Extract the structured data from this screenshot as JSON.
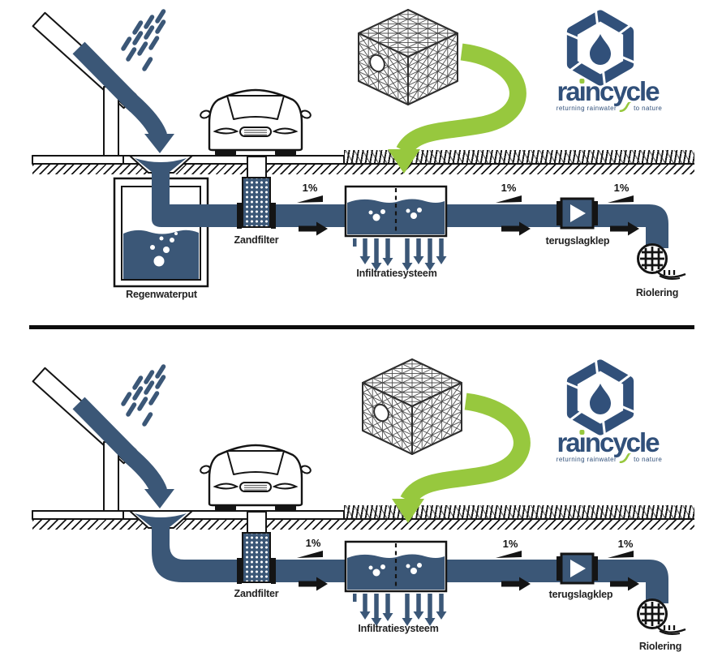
{
  "brand": {
    "name": "raincycle",
    "tagline_left": "returning rainwater",
    "tagline_right": "to nature"
  },
  "diagram": {
    "slope_label": "1%"
  },
  "panels": [
    {
      "labels": {
        "rainwater_pit": "Regenwaterput",
        "sand_filter": "Zandfilter",
        "infiltration_system": "Infiltratiesysteem",
        "check_valve": "terugslagklep",
        "sewer": "Riolering"
      }
    },
    {
      "labels": {
        "sand_filter": "Zandfilter",
        "infiltration_system": "Infiltratiesysteem",
        "check_valve": "terugslagklep",
        "sewer": "Riolering"
      }
    }
  ],
  "colors": {
    "navy": "#3b5777",
    "logo_navy": "#31507a",
    "green": "#97c83e",
    "outline": "#141414",
    "label": "#222222"
  },
  "icons": {
    "hexagon-recycle-icon": "hexagon ring of segments",
    "droplet-icon": "water drop",
    "house-icon": "roof with downspout",
    "rain-icon": "slanted rain dashes",
    "car-icon": "car front view",
    "infiltration-crate-icon": "lattice cube",
    "green-curved-arrow-icon": "s-curved arrow into ground",
    "check-valve-icon": "triangle in box",
    "sewer-globe-icon": "gridded sphere with splash",
    "slope-wedge-icon": "1% slope ramp",
    "flow-arrow-icon": "black right arrow",
    "tagline-swoosh-icon": "green swoosh"
  }
}
